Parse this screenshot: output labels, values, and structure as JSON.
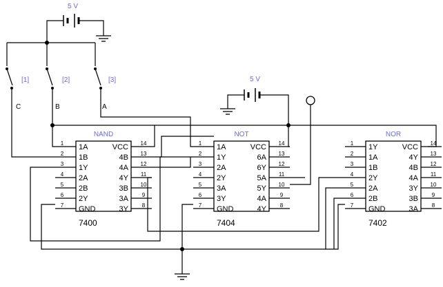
{
  "battery_top": {
    "label": "5 V"
  },
  "battery_mid": {
    "label": "5 V"
  },
  "switches": [
    {
      "tag": "[1]",
      "signal": "C"
    },
    {
      "tag": "[2]",
      "signal": "B"
    },
    {
      "tag": "[3]",
      "signal": "A"
    }
  ],
  "chips": [
    {
      "type": "NAND",
      "part": "7400",
      "left_pins": [
        {
          "num": "1",
          "label": "1A"
        },
        {
          "num": "2",
          "label": "1B"
        },
        {
          "num": "3",
          "label": "1Y"
        },
        {
          "num": "4",
          "label": "2A"
        },
        {
          "num": "5",
          "label": "2B"
        },
        {
          "num": "6",
          "label": "2Y"
        },
        {
          "num": "7",
          "label": "GND"
        }
      ],
      "right_pins": [
        {
          "num": "14",
          "label": "VCC"
        },
        {
          "num": "13",
          "label": "4B"
        },
        {
          "num": "12",
          "label": "4A"
        },
        {
          "num": "11",
          "label": "4Y"
        },
        {
          "num": "10",
          "label": "3B"
        },
        {
          "num": "9",
          "label": "3A"
        },
        {
          "num": "8",
          "label": "3Y"
        }
      ]
    },
    {
      "type": "NOT",
      "part": "7404",
      "left_pins": [
        {
          "num": "1",
          "label": "1A"
        },
        {
          "num": "2",
          "label": "1Y"
        },
        {
          "num": "3",
          "label": "2A"
        },
        {
          "num": "4",
          "label": "2Y"
        },
        {
          "num": "5",
          "label": "3A"
        },
        {
          "num": "6",
          "label": "3Y"
        },
        {
          "num": "7",
          "label": "GND"
        }
      ],
      "right_pins": [
        {
          "num": "14",
          "label": "VCC"
        },
        {
          "num": "13",
          "label": "6A"
        },
        {
          "num": "12",
          "label": "6Y"
        },
        {
          "num": "11",
          "label": "5A"
        },
        {
          "num": "10",
          "label": "5Y"
        },
        {
          "num": "9",
          "label": "4A"
        },
        {
          "num": "8",
          "label": "4Y"
        }
      ]
    },
    {
      "type": "NOR",
      "part": "7402",
      "left_pins": [
        {
          "num": "1",
          "label": "1Y"
        },
        {
          "num": "2",
          "label": "1A"
        },
        {
          "num": "3",
          "label": "1B"
        },
        {
          "num": "4",
          "label": "2Y"
        },
        {
          "num": "5",
          "label": "2A"
        },
        {
          "num": "6",
          "label": "2B"
        },
        {
          "num": "7",
          "label": "GND"
        }
      ],
      "right_pins": [
        {
          "num": "14",
          "label": "VCC"
        },
        {
          "num": "13",
          "label": "4Y"
        },
        {
          "num": "12",
          "label": "4B"
        },
        {
          "num": "11",
          "label": "4A"
        },
        {
          "num": "10",
          "label": "3Y"
        },
        {
          "num": "9",
          "label": "3B"
        },
        {
          "num": "8",
          "label": "3A"
        }
      ]
    }
  ]
}
